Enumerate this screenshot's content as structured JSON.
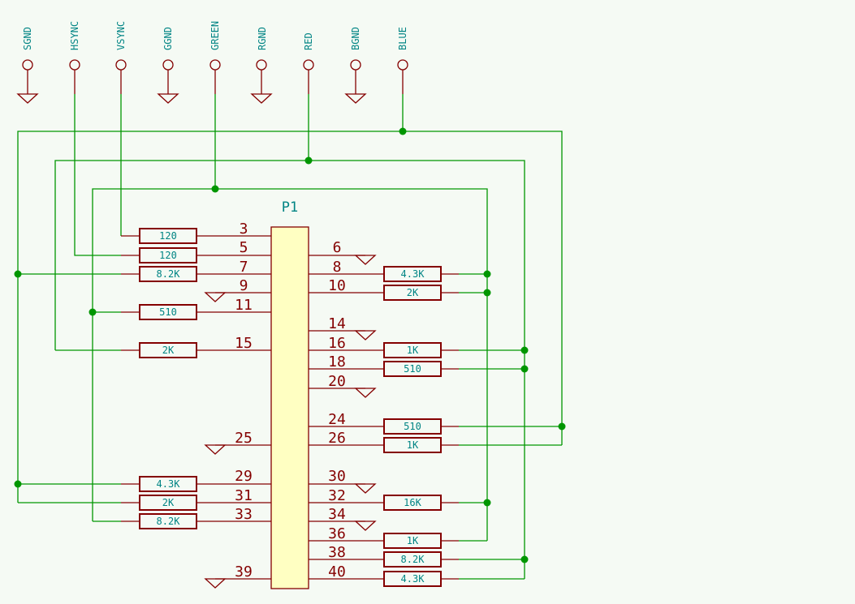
{
  "connector": {
    "ref": "P1"
  },
  "nets": [
    "SGND",
    "HSYNC",
    "VSYNC",
    "GGND",
    "GREEN",
    "RGND",
    "RED",
    "BGND",
    "BLUE"
  ],
  "left_pins": [
    "3",
    "5",
    "7",
    "9",
    "11",
    "15",
    "25",
    "29",
    "31",
    "33",
    "39"
  ],
  "right_pins": [
    "6",
    "8",
    "10",
    "14",
    "16",
    "18",
    "20",
    "24",
    "26",
    "30",
    "32",
    "34",
    "36",
    "38",
    "40"
  ],
  "resistors": {
    "r3": "120",
    "r5": "120",
    "r7": "8.2K",
    "r11": "510",
    "r15": "2K",
    "r29": "4.3K",
    "r31": "2K",
    "r33": "8.2K",
    "r8": "4.3K",
    "r10": "2K",
    "r16": "1K",
    "r18": "510",
    "r24": "510",
    "r26": "1K",
    "r32": "16K",
    "r36": "1K",
    "r38": "8.2K",
    "r40": "4.3K"
  }
}
